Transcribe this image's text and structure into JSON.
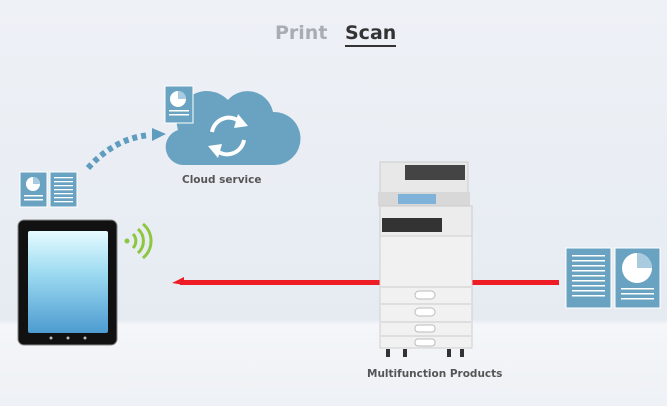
{
  "tabs": [
    {
      "label": "Print",
      "active": false
    },
    {
      "label": "Scan",
      "active": true
    }
  ],
  "labels": {
    "cloud": "Cloud service",
    "mfp": "Multifunction Products"
  },
  "colors": {
    "doc_blue": "#6aa3c2",
    "arrow_red": "#ee1c25",
    "wifi_green": "#8dc63f"
  }
}
